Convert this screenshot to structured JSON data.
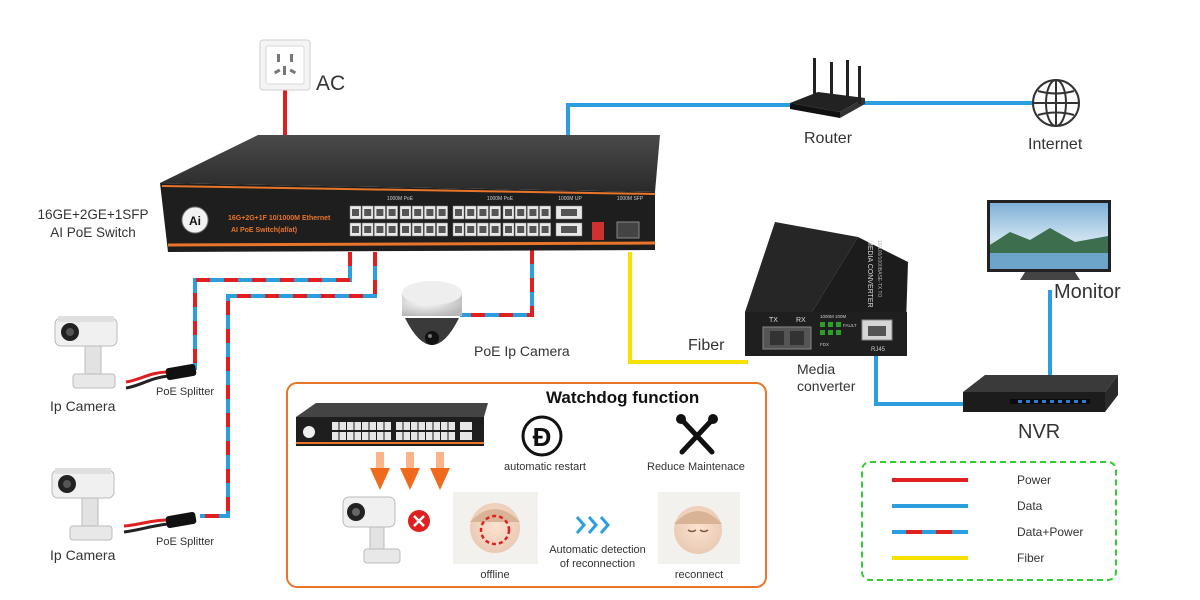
{
  "labels": {
    "ac": "AC",
    "router": "Router",
    "internet": "Internet",
    "switch_line1": "16GE+2GE+1SFP",
    "switch_line2": "AI PoE Switch",
    "monitor": "Monitor",
    "fiber": "Fiber",
    "media_converter_line1": "Media",
    "media_converter_line2": "converter",
    "nvr": "NVR",
    "poe_ip_camera": "PoE Ip Camera",
    "ip_camera_top": "Ip Camera",
    "ip_camera_bottom": "Ip Camera",
    "poe_splitter_top": "PoE Splitter",
    "poe_splitter_bottom": "PoE Splitter"
  },
  "switch_panel": {
    "brand": "Ai",
    "model_line1": "16G+2G+1F 10/1000M Ethernet",
    "model_line2": "AI PoE Switch(af/at)",
    "group1": "1000M PoE",
    "group2": "1000M PoE",
    "group3": "1000M UP",
    "group4": "1000M SFP"
  },
  "media_converter_panel": {
    "title": "MEDIA CONVERTER",
    "subtitle": "10/100/1000BASE-TX TO",
    "tx": "TX",
    "rx": "RX",
    "speed": "1000M 100M",
    "fault": "FAULT",
    "fdx": "FDX",
    "rj45": "RJ45"
  },
  "watchdog": {
    "title": "Watchdog function",
    "feature1": "automatic restart",
    "feature2": "Reduce Maintenace",
    "offline": "offline",
    "detection_line1": "Automatic detection",
    "detection_line2": "of reconnection",
    "reconnect": "reconnect"
  },
  "legend": {
    "items": [
      {
        "label": "Power",
        "type": "power"
      },
      {
        "label": "Data",
        "type": "data"
      },
      {
        "label": "Data+Power",
        "type": "data_power"
      },
      {
        "label": "Fiber",
        "type": "fiber"
      }
    ]
  },
  "colors": {
    "power": "#e02020",
    "data": "#2b9ee0",
    "fiber": "#f5e000",
    "accent_orange": "#e8752a",
    "legend_border": "#33cc33"
  }
}
